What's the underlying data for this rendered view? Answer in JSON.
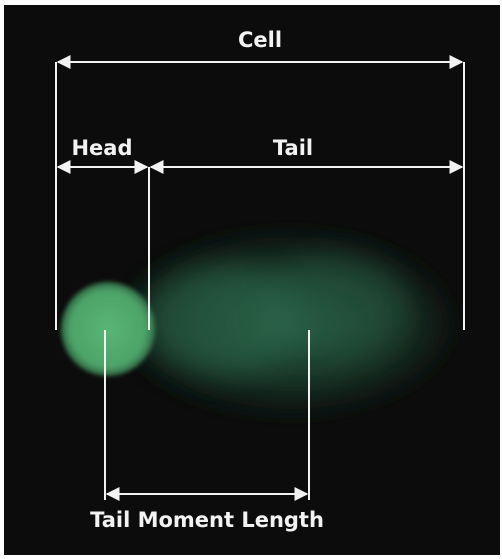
{
  "labels": {
    "cell": "Cell",
    "head": "Head",
    "tail": "Tail",
    "tail_moment_length": "Tail Moment Length"
  },
  "colors": {
    "background": "#0c0c0c",
    "head": "#4faa6a",
    "tail": "#2c6a4c",
    "lines": "#f2f2f2"
  }
}
